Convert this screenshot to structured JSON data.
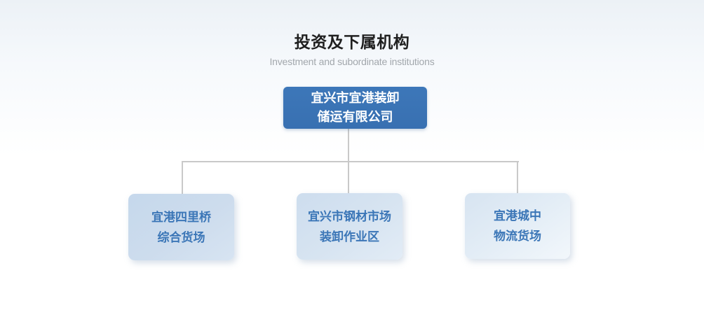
{
  "header": {
    "title": "投资及下属机构",
    "subtitle": "Investment and subordinate institutions"
  },
  "org": {
    "root": {
      "line1": "宜兴市宜港装卸",
      "line2": "储运有限公司"
    },
    "children": [
      {
        "line1": "宜港四里桥",
        "line2": "综合货场"
      },
      {
        "line1": "宜兴市钢材市场",
        "line2": "装卸作业区"
      },
      {
        "line1": "宜港城中",
        "line2": "物流货场"
      }
    ]
  },
  "colors": {
    "root_node_fill": "#3a73b5",
    "root_node_text": "#ffffff",
    "child_node_fill_start": "#c5d8ec",
    "child_node_fill_end": "#f2f7fb",
    "child_node_text": "#3b76b7",
    "connector_line": "#c9c9c9",
    "title_text": "#1f1f1f",
    "subtitle_text": "#a2a7ac",
    "background_top": "#ecf1f6",
    "background_bottom": "#ffffff"
  }
}
